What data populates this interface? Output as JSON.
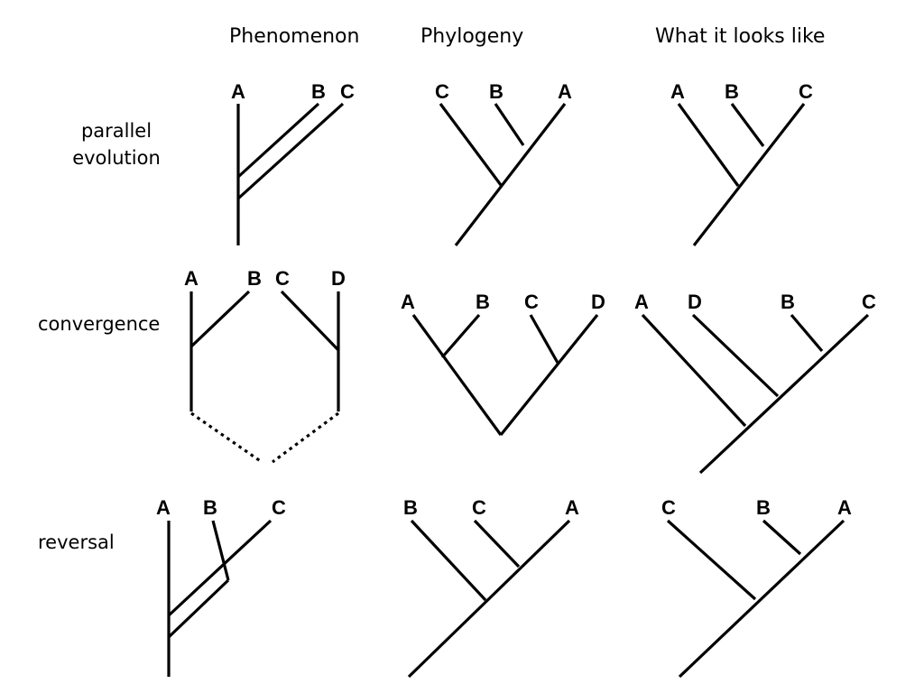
{
  "headers": {
    "phenomenon": "Phenomenon",
    "phylogeny": "Phylogeny",
    "looks_like": "What it looks like"
  },
  "rows": {
    "parallel": {
      "line1": "parallel",
      "line2": "evolution"
    },
    "convergence": {
      "label": "convergence"
    },
    "reversal": {
      "label": "reversal"
    }
  },
  "tips": {
    "parallel_phenomenon": [
      "A",
      "B",
      "C"
    ],
    "parallel_phylogeny": [
      "C",
      "B",
      "A"
    ],
    "parallel_looks": [
      "A",
      "B",
      "C"
    ],
    "convergence_phenomenon": [
      "A",
      "B",
      "C",
      "D"
    ],
    "convergence_phylogeny": [
      "A",
      "B",
      "C",
      "D"
    ],
    "convergence_looks": [
      "A",
      "D",
      "B",
      "C"
    ],
    "reversal_phenomenon": [
      "A",
      "B",
      "C"
    ],
    "reversal_phylogeny": [
      "B",
      "C",
      "A"
    ],
    "reversal_looks": [
      "C",
      "B",
      "A"
    ]
  }
}
